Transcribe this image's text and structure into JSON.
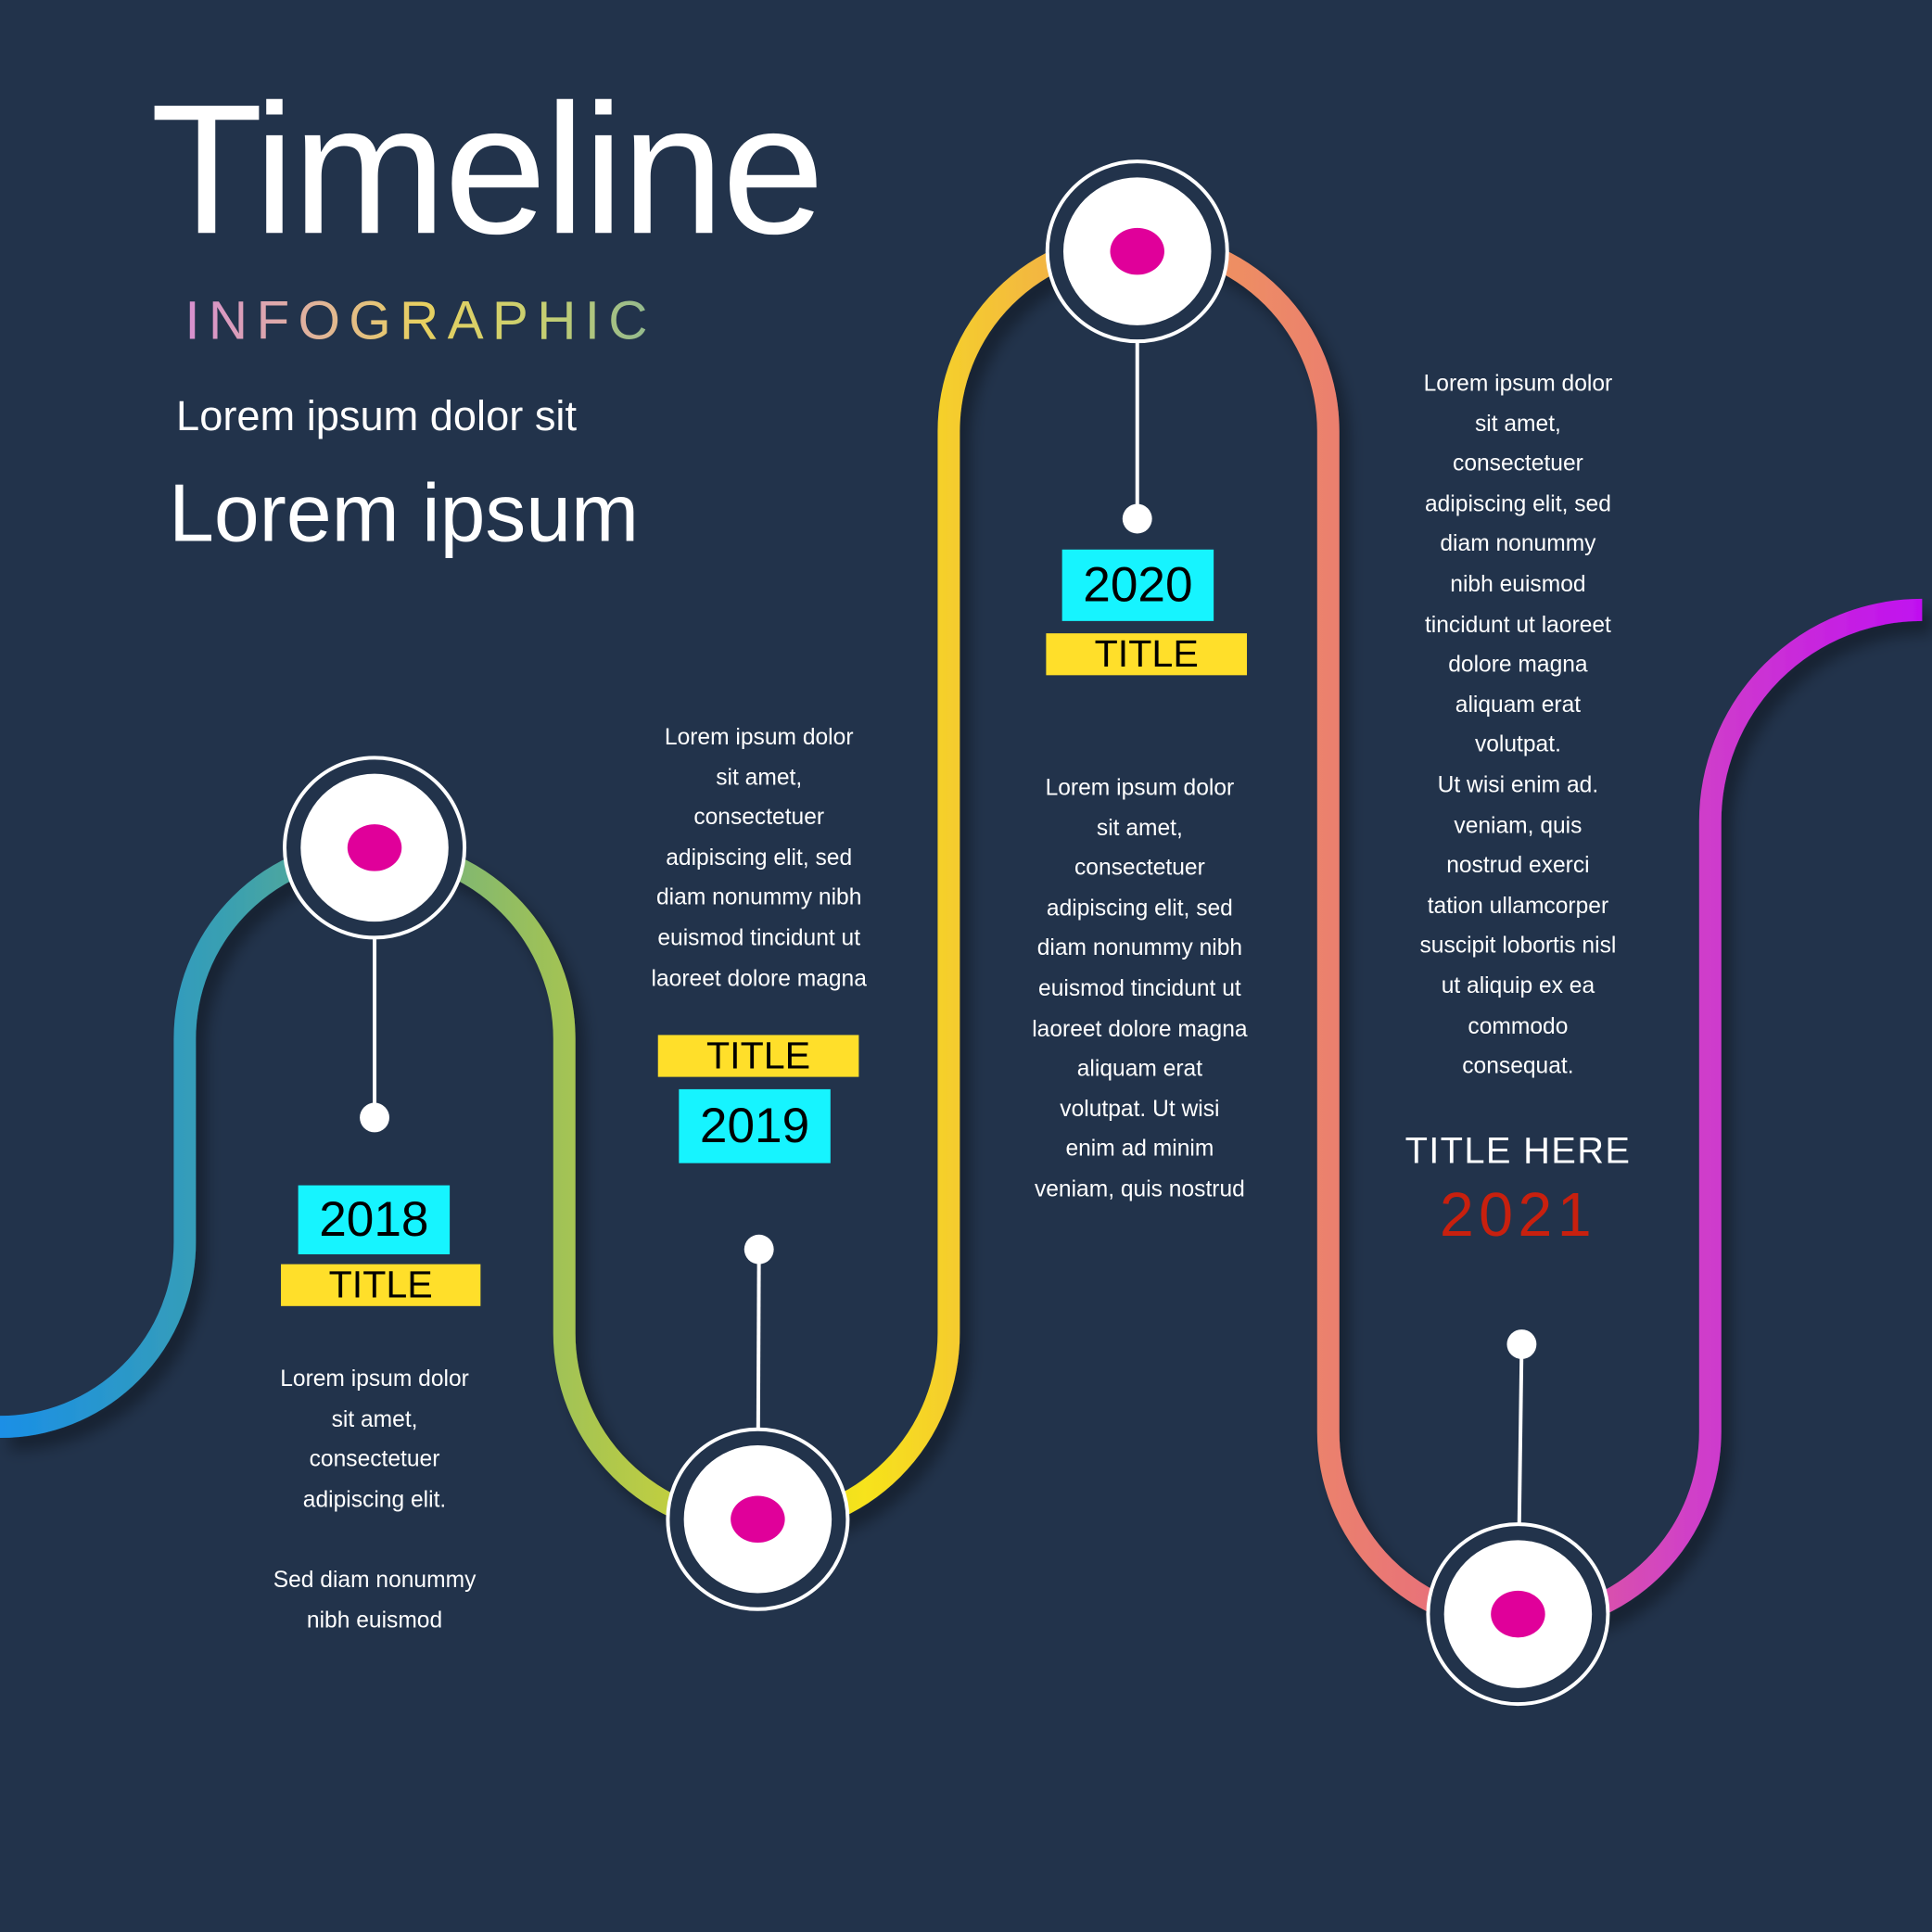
{
  "header": {
    "title": "Timeline",
    "subtitle": "INFOGRAPHIC",
    "tagline": "Lorem ipsum dolor sit",
    "heading": "Lorem ipsum"
  },
  "colors": {
    "background": "#22334b",
    "year_box": "#16f4ff",
    "title_box": "#ffdf2a",
    "node_dot": "#e0009a",
    "year_2021": "#c8200e",
    "path_gradient": [
      "#1a8fe6",
      "#3aa0b0",
      "#9bc05a",
      "#f7e31a",
      "#f09a5a",
      "#e8707a",
      "#d040c8",
      "#c010f0"
    ]
  },
  "milestones": [
    {
      "year": "2018",
      "title": "TITLE HERE",
      "text": "Lorem ipsum dolor\nsit amet,\nconsectetuer\nadipiscing elit.\n\nSed diam nonummy\nnibh euismod"
    },
    {
      "year": "2019",
      "title": "TITLE HERE",
      "text": "Lorem ipsum dolor\nsit amet,\nconsectetuer\nadipiscing elit, sed\ndiam nonummy nibh\neuismod tincidunt ut\nlaoreet dolore magna"
    },
    {
      "year": "2020",
      "title": "TITLE HERE",
      "text": "Lorem ipsum dolor\nsit amet,\nconsectetuer\nadipiscing elit, sed\ndiam nonummy nibh\neuismod tincidunt ut\nlaoreet dolore magna\naliquam erat\nvolutpat. Ut wisi\nenim ad minim\nveniam, quis nostrud"
    },
    {
      "year": "2021",
      "title": "TITLE HERE",
      "text": "Lorem ipsum dolor\nsit amet,\nconsectetuer\nadipiscing elit, sed\ndiam nonummy\nnibh euismod\ntincidunt ut laoreet\ndolore magna\naliquam erat\nvolutpat.\nUt wisi enim ad.\nveniam, quis\nnostrud exerci\ntation ullamcorper\nsuscipit lobortis nisl\nut aliquip ex ea\ncommodo\nconsequat."
    }
  ]
}
